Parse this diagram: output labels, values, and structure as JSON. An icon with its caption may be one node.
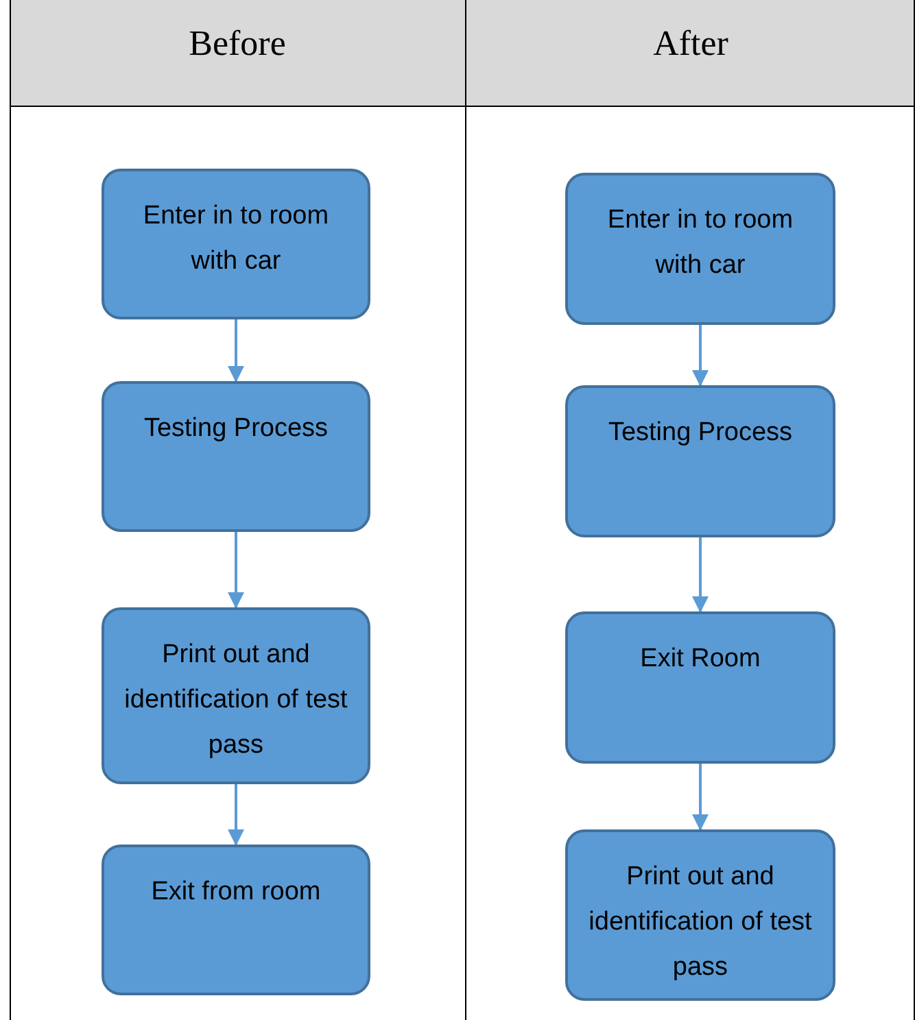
{
  "diagram": {
    "nodes": [
      {
        "text": [
          "Enter in to room with car"
        ]
      },
      {
        "text": [
          "Testing Process"
        ]
      },
      {
        "text": [
          "Print out and identification of test pass"
        ]
      },
      {
        "text": [
          "Exit from room"
        ]
      },
      {
        "text": [
          "Enter in to room with car"
        ]
      },
      {
        "text": [
          "Testing Process"
        ]
      },
      {
        "text": [
          "Exit Room"
        ]
      },
      {
        "text": [
          "Print out and identification of test pass"
        ]
      }
    ],
    "edges": [
      {
        "from": 0,
        "to": 1,
        "arrow": "to"
      },
      {
        "from": 1,
        "to": 2,
        "arrow": "to"
      },
      {
        "from": 2,
        "to": 3,
        "arrow": "to"
      },
      {
        "from": 4,
        "to": 5,
        "arrow": "to"
      },
      {
        "from": 5,
        "to": 6,
        "arrow": "to"
      },
      {
        "from": 6,
        "to": 7,
        "arrow": "to"
      }
    ],
    "labels": [
      "Before",
      "After"
    ]
  }
}
